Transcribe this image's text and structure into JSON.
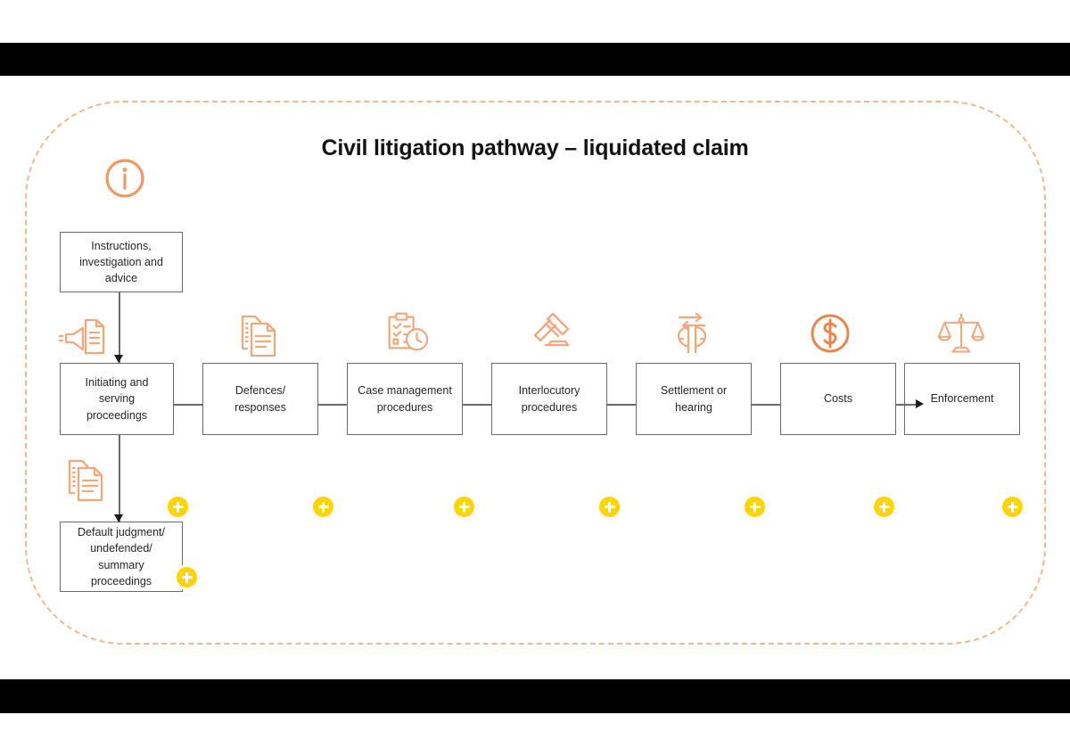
{
  "slide": {
    "title": "Civil litigation pathway – liquidated claim",
    "frame_border_color": "#f0b890",
    "accent_color": "#ef9a66",
    "badge_color": "#ffd400",
    "box_border_color": "#6a6a6a",
    "bar_color": "#000000"
  },
  "nodes": [
    {
      "id": "instructions",
      "label": "Instructions, investigation and advice",
      "icon": "info-circle-icon",
      "badge": false
    },
    {
      "id": "initiating",
      "label": "Initiating and serving proceedings",
      "icon": "megaphone-document-icon",
      "badge": true
    },
    {
      "id": "defences",
      "label": "Defences/ responses",
      "icon": "documents-stack-icon",
      "badge": true
    },
    {
      "id": "case-management",
      "label": "Case management procedures",
      "icon": "clipboard-clock-icon",
      "badge": true
    },
    {
      "id": "interlocutory",
      "label": "Interlocutory procedures",
      "icon": "gavel-icon",
      "badge": true
    },
    {
      "id": "settlement",
      "label": "Settlement or hearing",
      "icon": "two-heads-exchange-icon",
      "badge": true
    },
    {
      "id": "costs",
      "label": "Costs",
      "icon": "dollar-circle-icon",
      "badge": true
    },
    {
      "id": "enforcement",
      "label": "Enforcement",
      "icon": "scales-of-justice-icon",
      "badge": true
    },
    {
      "id": "default-judgment",
      "label": "Default judgment/ undefended/ summary proceedings",
      "icon": "documents-stack-icon",
      "badge": true
    }
  ],
  "node_labels": {
    "instructions_l1": "Instructions,",
    "instructions_l2": "investigation and",
    "instructions_l3": "advice",
    "initiating_l1": "Initiating and",
    "initiating_l2": "serving",
    "initiating_l3": "proceedings",
    "defences_l1": "Defences/",
    "defences_l2": "responses",
    "case_l1": "Case management",
    "case_l2": "procedures",
    "interloc_l1": "Interlocutory",
    "interloc_l2": "procedures",
    "settlement_l1": "Settlement or",
    "settlement_l2": "hearing",
    "costs_l1": "Costs",
    "enforcement_l1": "Enforcement",
    "default_l1": "Default judgment/",
    "default_l2": "undefended/",
    "default_l3": "summary",
    "default_l4": "proceedings"
  },
  "badges": {
    "expand_label": "+"
  }
}
